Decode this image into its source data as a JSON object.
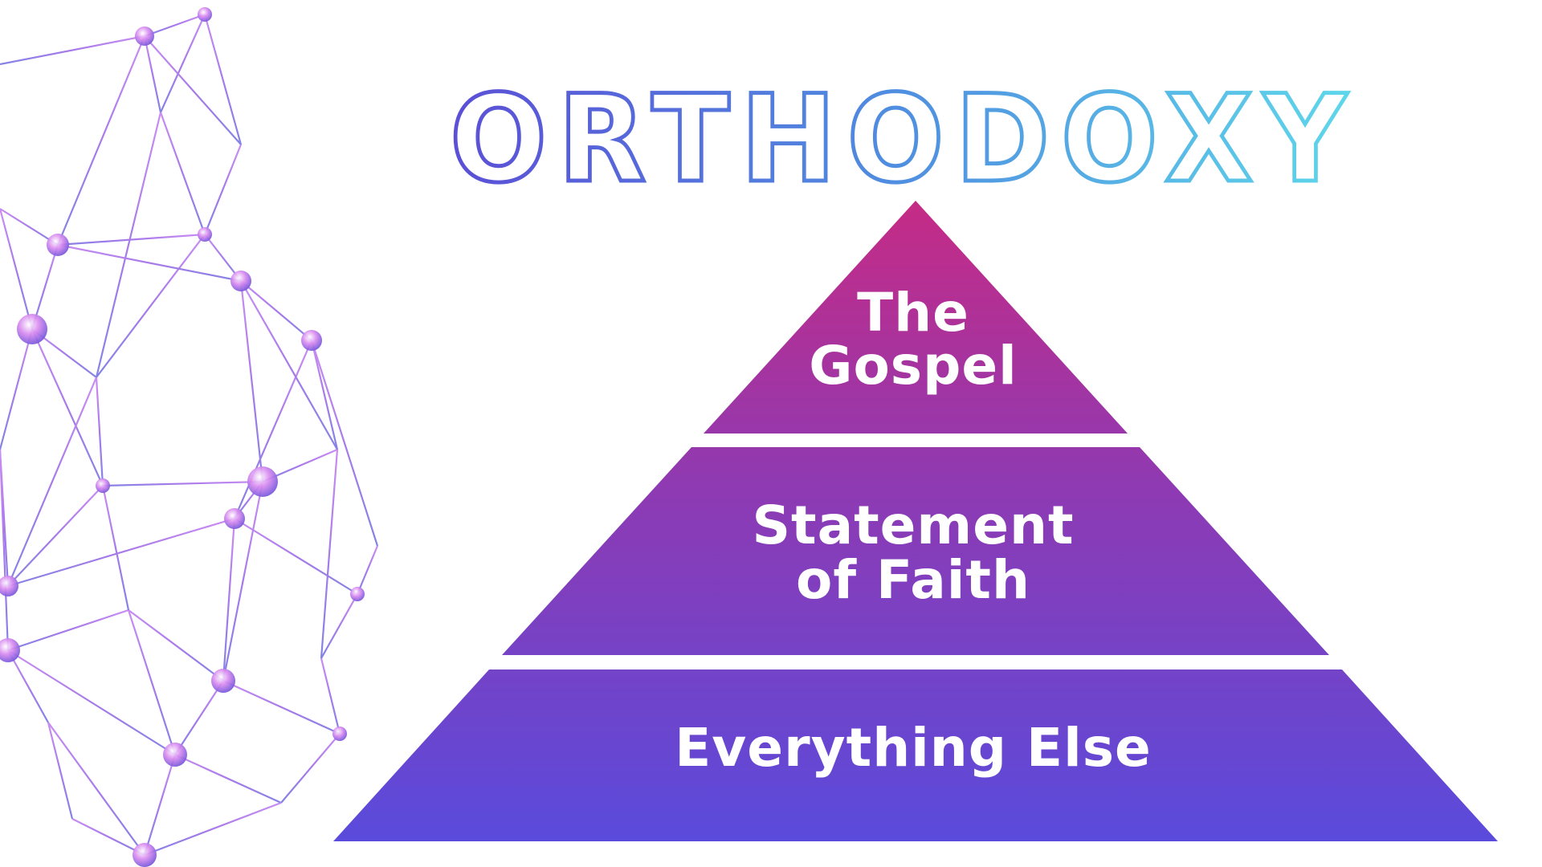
{
  "title": "ORTHODOXY",
  "colors": {
    "title_gradient_start": "#5b4fd6",
    "title_gradient_end": "#5fd8ea",
    "pyramid_top": "#c52b85",
    "pyramid_bottom": "#5a4bdc",
    "network_pink": "#d98cf0",
    "network_purple": "#7d5ee6",
    "text": "#ffffff"
  },
  "pyramid": {
    "tiers": [
      {
        "lines": [
          "The",
          "Gospel"
        ]
      },
      {
        "lines": [
          "Statement",
          "of Faith"
        ]
      },
      {
        "lines": [
          "Everything Else"
        ]
      }
    ]
  },
  "decoration": {
    "icon": "network-mesh-icon"
  }
}
